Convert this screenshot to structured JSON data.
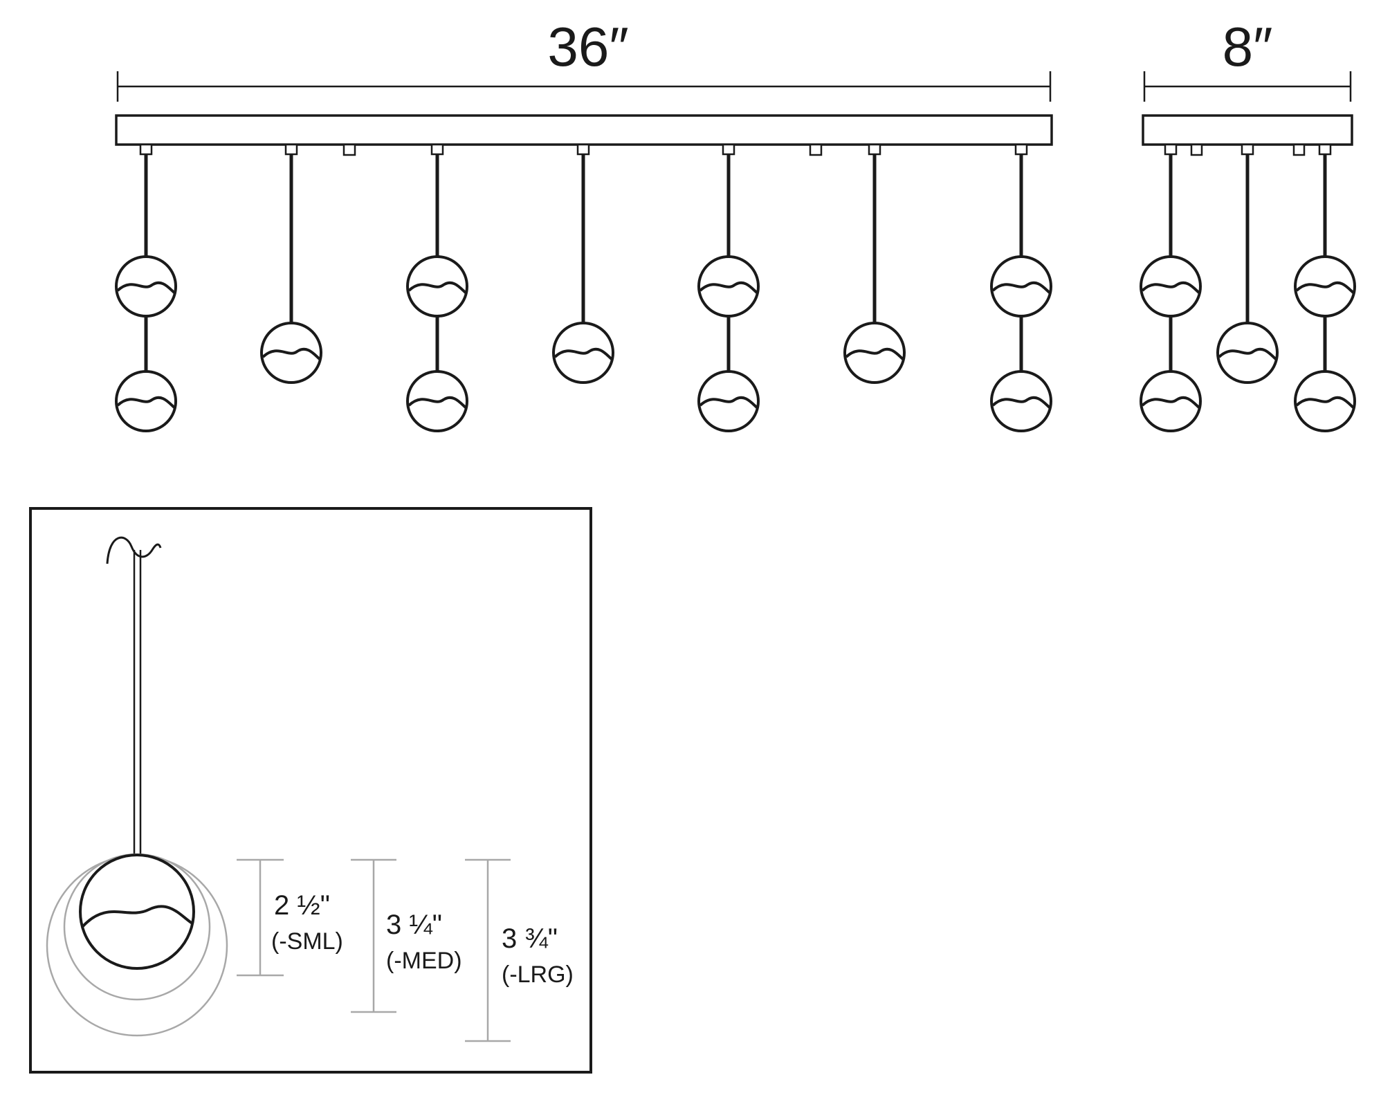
{
  "front_view": {
    "width_label": "36″",
    "pendant_count": 11
  },
  "side_view": {
    "depth_label": "8″",
    "pendant_count": 5
  },
  "detail_view": {
    "sizes": [
      {
        "dimension": "2 ½\"",
        "code": "(-SML)"
      },
      {
        "dimension": "3 ¼\"",
        "code": "(-MED)"
      },
      {
        "dimension": "3 ¾\"",
        "code": "(-LRG)"
      }
    ]
  },
  "colors": {
    "line": "#1a1a1a",
    "ghost_line": "#a8a8a8",
    "background": "#ffffff"
  }
}
